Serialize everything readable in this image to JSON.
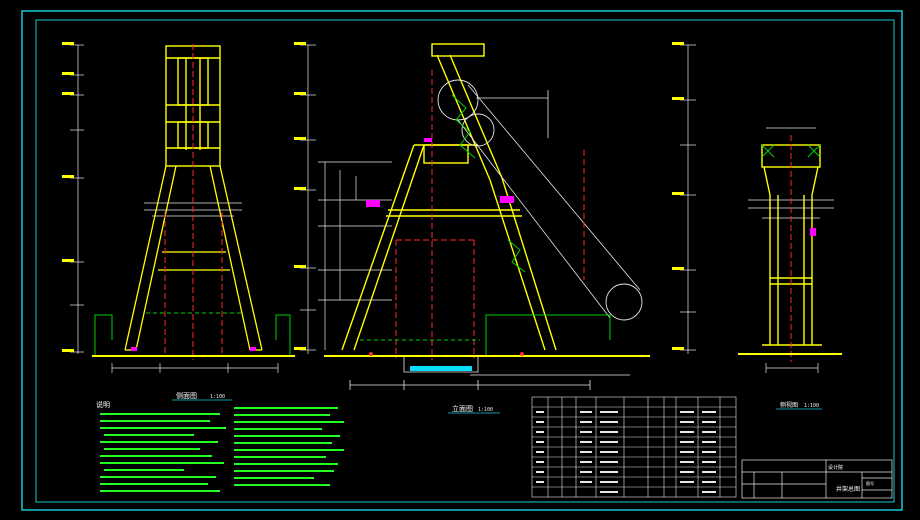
{
  "drawing": {
    "colors": {
      "background": "#000000",
      "frame": "#19c9d6",
      "structure": "#ffff00",
      "centerline": "#ff2a2a",
      "ground": "#00d000",
      "dimension": "#e8e8e8",
      "notes": "#22ff22",
      "highlight": "#ff00ff",
      "accent": "#00e0ff"
    },
    "views": {
      "side": {
        "title": "侧面图",
        "scale": "1:100"
      },
      "front": {
        "title": "立面图",
        "scale": "1:100"
      },
      "end": {
        "title": "侧视图",
        "scale": "1:100"
      }
    },
    "notes_title": "说明",
    "title_block": {
      "company": "设计院",
      "sheet_name": "井架总图",
      "drawing_no": "图号"
    }
  }
}
